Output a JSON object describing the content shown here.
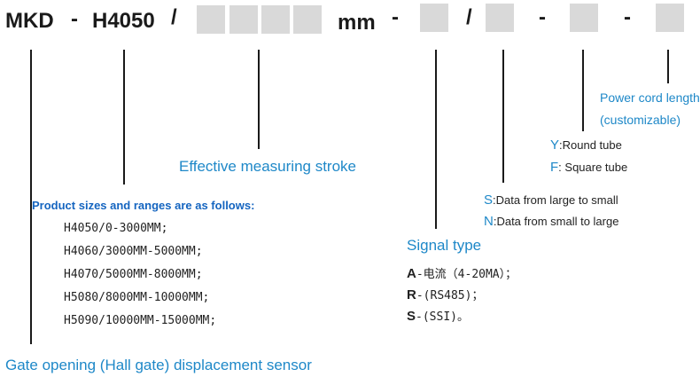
{
  "model": {
    "prefix": "MKD",
    "dash1": "-",
    "series": "H4050",
    "slash1": "/",
    "unit": "mm",
    "dash2": "-",
    "slash2": "/",
    "dash3": "-",
    "dash4": "-"
  },
  "labels": {
    "sensor": "Gate opening (Hall gate) displacement sensor",
    "stroke": "Effective measuring stroke",
    "signal": "Signal type",
    "cord_line1": "Power cord length",
    "cord_line2": "(customizable)"
  },
  "sizes": {
    "heading": "Product sizes and ranges are as follows:",
    "items": [
      "H4050/0-3000MM;",
      "H4060/3000MM-5000MM;",
      "H4070/5000MM-8000MM;",
      "H5080/8000MM-10000MM;",
      "H5090/10000MM-15000MM;"
    ]
  },
  "signals": [
    {
      "key": "A",
      "text": "-电流（4-20MA）；"
    },
    {
      "key": "R",
      "text": "-(RS485)；"
    },
    {
      "key": "S",
      "text": "-(SSI)。"
    }
  ],
  "direction": [
    {
      "key": "S",
      "text": ":Data from large to small"
    },
    {
      "key": "N",
      "text": ":Data from small to large"
    }
  ],
  "tube": [
    {
      "key": "Y",
      "text": ":Round tube"
    },
    {
      "key": "F",
      "text": ": Square tube"
    }
  ],
  "colors": {
    "accent": "#1e88c8",
    "heading": "#1565c0",
    "box": "#d9d9d9",
    "text": "#1a1a1a"
  }
}
